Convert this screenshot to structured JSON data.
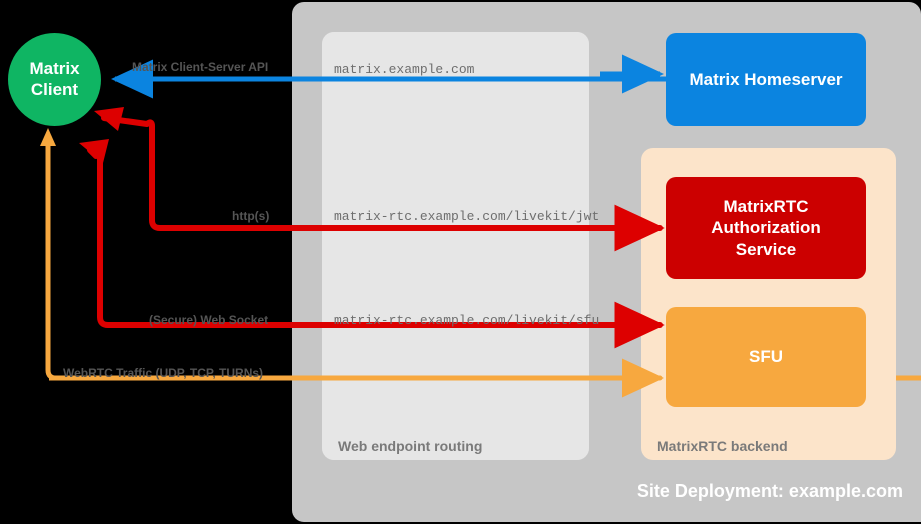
{
  "diagram": {
    "title": "Site Deployment: example.com",
    "background_color": "#000000"
  },
  "containers": {
    "site": {
      "label": "Site Deployment: example.com",
      "color": "#c6c6c6"
    },
    "routing": {
      "caption": "Web endpoint routing",
      "color": "#e6e6e6"
    },
    "backend": {
      "caption": "MatrixRTC backend",
      "color": "#fce4ca"
    }
  },
  "nodes": [
    {
      "id": "matrix-client",
      "label_line1": "Matrix",
      "label_line2": "Client",
      "shape": "circle",
      "color": "#0fb563"
    },
    {
      "id": "matrix-homeserver",
      "label": "Matrix Homeserver",
      "shape": "rounded-rect",
      "color": "#0b84e0"
    },
    {
      "id": "matrixrtc-authorization-service",
      "label_line1": "MatrixRTC",
      "label_line2": "Authorization",
      "label_line3": "Service",
      "shape": "rounded-rect",
      "color": "#cc0000"
    },
    {
      "id": "sfu",
      "label": "SFU",
      "shape": "rounded-rect",
      "color": "#f7a83f"
    }
  ],
  "endpoints": [
    {
      "id": "cs-api",
      "text": "matrix.example.com"
    },
    {
      "id": "jwt",
      "text": "matrix-rtc.example.com/livekit/jwt"
    },
    {
      "id": "sfu-ws",
      "text": "matrix-rtc.example.com/livekit/sfu"
    }
  ],
  "flows": [
    {
      "id": "client-server-api",
      "label": "Matrix Client-Server API",
      "color": "#0b84e0",
      "from": "matrix-homeserver",
      "to": "matrix-client"
    },
    {
      "id": "https",
      "label": "http(s)",
      "color": "#dd0000",
      "from": "matrix-client",
      "to": "matrixrtc-authorization-service"
    },
    {
      "id": "web-socket",
      "label": "(Secure) Web Socket",
      "color": "#dd0000",
      "from": "matrix-client",
      "to": "sfu"
    },
    {
      "id": "webrtc-traffic",
      "label": "WebRTC Traffic (UDP, TCP, TURNs)",
      "color": "#f7a83f",
      "from": "matrix-client",
      "to": "sfu"
    }
  ]
}
